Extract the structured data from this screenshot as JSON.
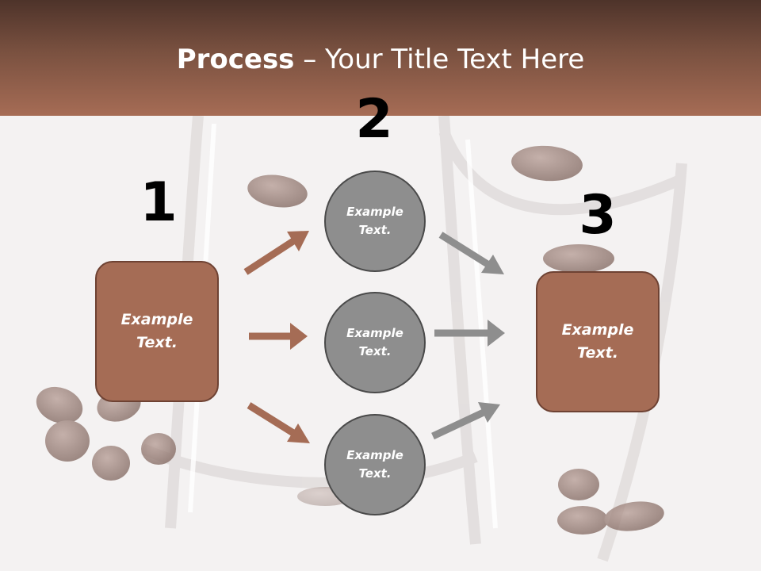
{
  "slide": {
    "title_bold": "Process",
    "title_rest": " – Your Title Text Here"
  },
  "steps": {
    "num1": "1",
    "num2": "2",
    "num3": "3"
  },
  "left_box": {
    "text": "Example\nText."
  },
  "right_box": {
    "text": "Example\nText."
  },
  "circles": [
    {
      "text": "Example\nText."
    },
    {
      "text": "Example\nText."
    },
    {
      "text": "Example\nText."
    }
  ],
  "colors": {
    "header_dark": "#4e332a",
    "header_light": "#a66c55",
    "box_fill": "#a56c55",
    "circle_fill": "#8e8e8e",
    "arrow_brown": "#a56c55",
    "arrow_gray": "#8e8e8e"
  }
}
